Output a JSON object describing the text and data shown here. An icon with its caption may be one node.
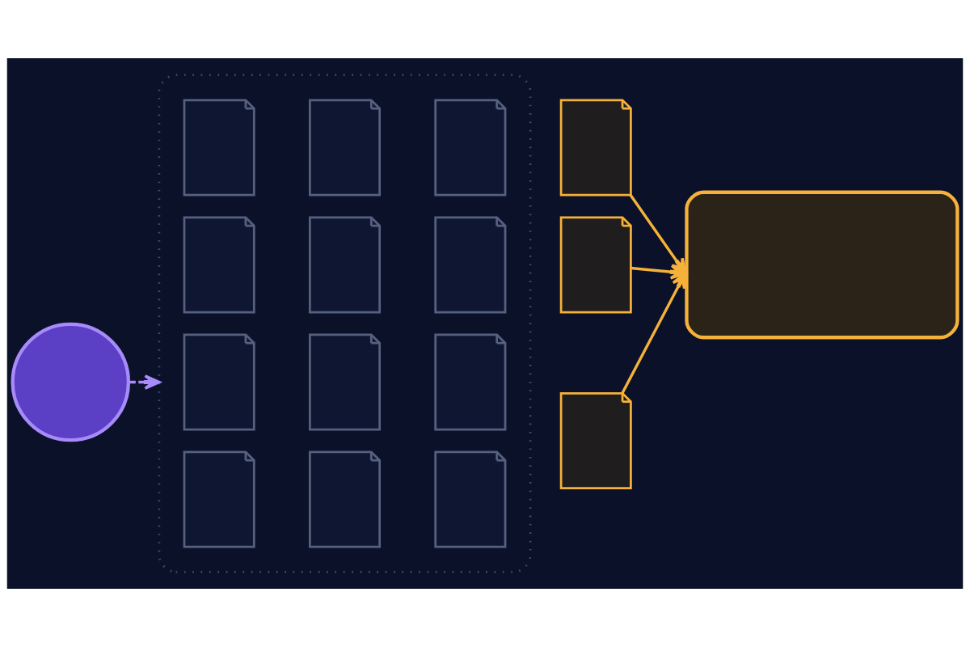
{
  "diagram": {
    "nodes": [
      {
        "text": [],
        "shape": "circle"
      },
      {
        "text": [],
        "shape": "box"
      },
      {
        "text": [],
        "shape": "document",
        "in": 1
      },
      {
        "text": [],
        "shape": "document",
        "in": 1
      },
      {
        "text": [],
        "shape": "document",
        "in": 1
      },
      {
        "text": [],
        "shape": "document",
        "in": 1
      },
      {
        "text": [],
        "shape": "document",
        "in": 1
      },
      {
        "text": [],
        "shape": "document",
        "in": 1
      },
      {
        "text": [],
        "shape": "document",
        "in": 1
      },
      {
        "text": [],
        "shape": "document",
        "in": 1
      },
      {
        "text": [],
        "shape": "document",
        "in": 1
      },
      {
        "text": [],
        "shape": "document",
        "in": 1
      },
      {
        "text": [],
        "shape": "document",
        "in": 1
      },
      {
        "text": [],
        "shape": "document",
        "in": 1
      },
      {
        "text": [],
        "shape": "document"
      },
      {
        "text": [],
        "shape": "document"
      },
      {
        "text": [],
        "shape": "document"
      },
      {
        "text": [],
        "shape": "bubble"
      }
    ],
    "edges": [
      {
        "from": 0,
        "to": 1,
        "arrow": "to",
        "style": "dashed",
        "color": "#a78bfa"
      },
      {
        "from": 14,
        "to": 17,
        "arrow": "to"
      },
      {
        "from": 15,
        "to": 17,
        "arrow": "to"
      },
      {
        "from": 16,
        "to": 17,
        "arrow": "to"
      }
    ]
  }
}
